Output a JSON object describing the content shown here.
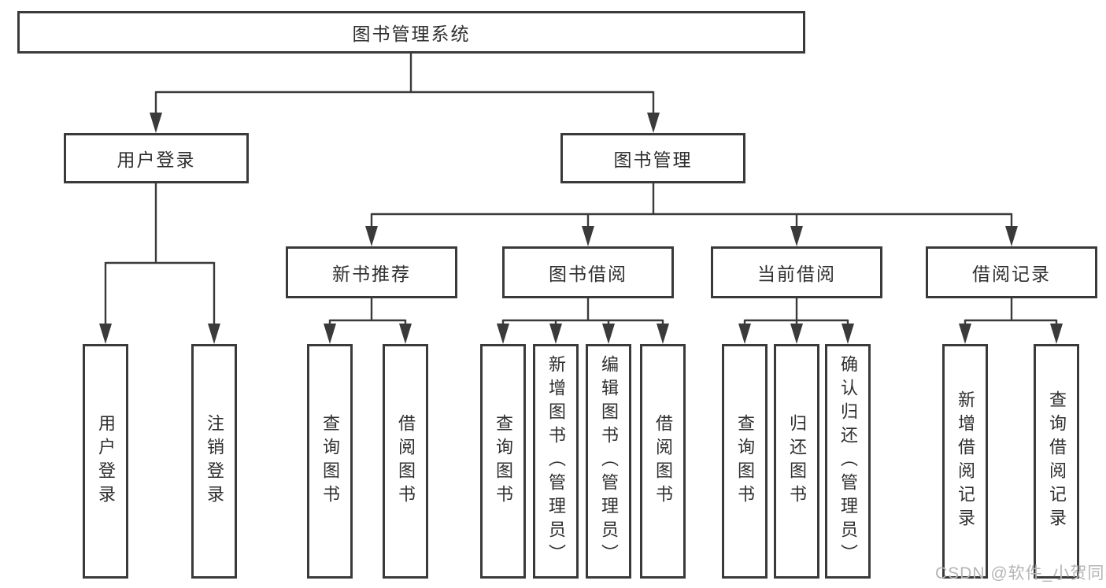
{
  "diagram": {
    "title": "图书管理系统",
    "level2": {
      "user_login": "用户登录",
      "book_management": "图书管理"
    },
    "level3": {
      "new_book_recommend": "新书推荐",
      "book_borrow": "图书借阅",
      "current_borrow": "当前借阅",
      "borrow_records": "借阅记录"
    },
    "leaves": {
      "login": [
        "用户登录",
        "注销登录"
      ],
      "recommend": [
        "查询图书",
        "借阅图书"
      ],
      "borrow": [
        "查询图书",
        "新增图书（管理员）",
        "编辑图书（管理员）",
        "借阅图书"
      ],
      "current": [
        "查询图书",
        "归还图书",
        "确认归还（管理员）"
      ],
      "records": [
        "新增借阅记录",
        "查询借阅记录"
      ]
    },
    "watermark": "CSDN @软件_小贺同学",
    "colors": {
      "line": "#3a3a3a",
      "box_border": "#3a3a3a",
      "text": "#2f2f2f",
      "watermark": "#b5b5b5",
      "background": "#ffffff"
    }
  }
}
